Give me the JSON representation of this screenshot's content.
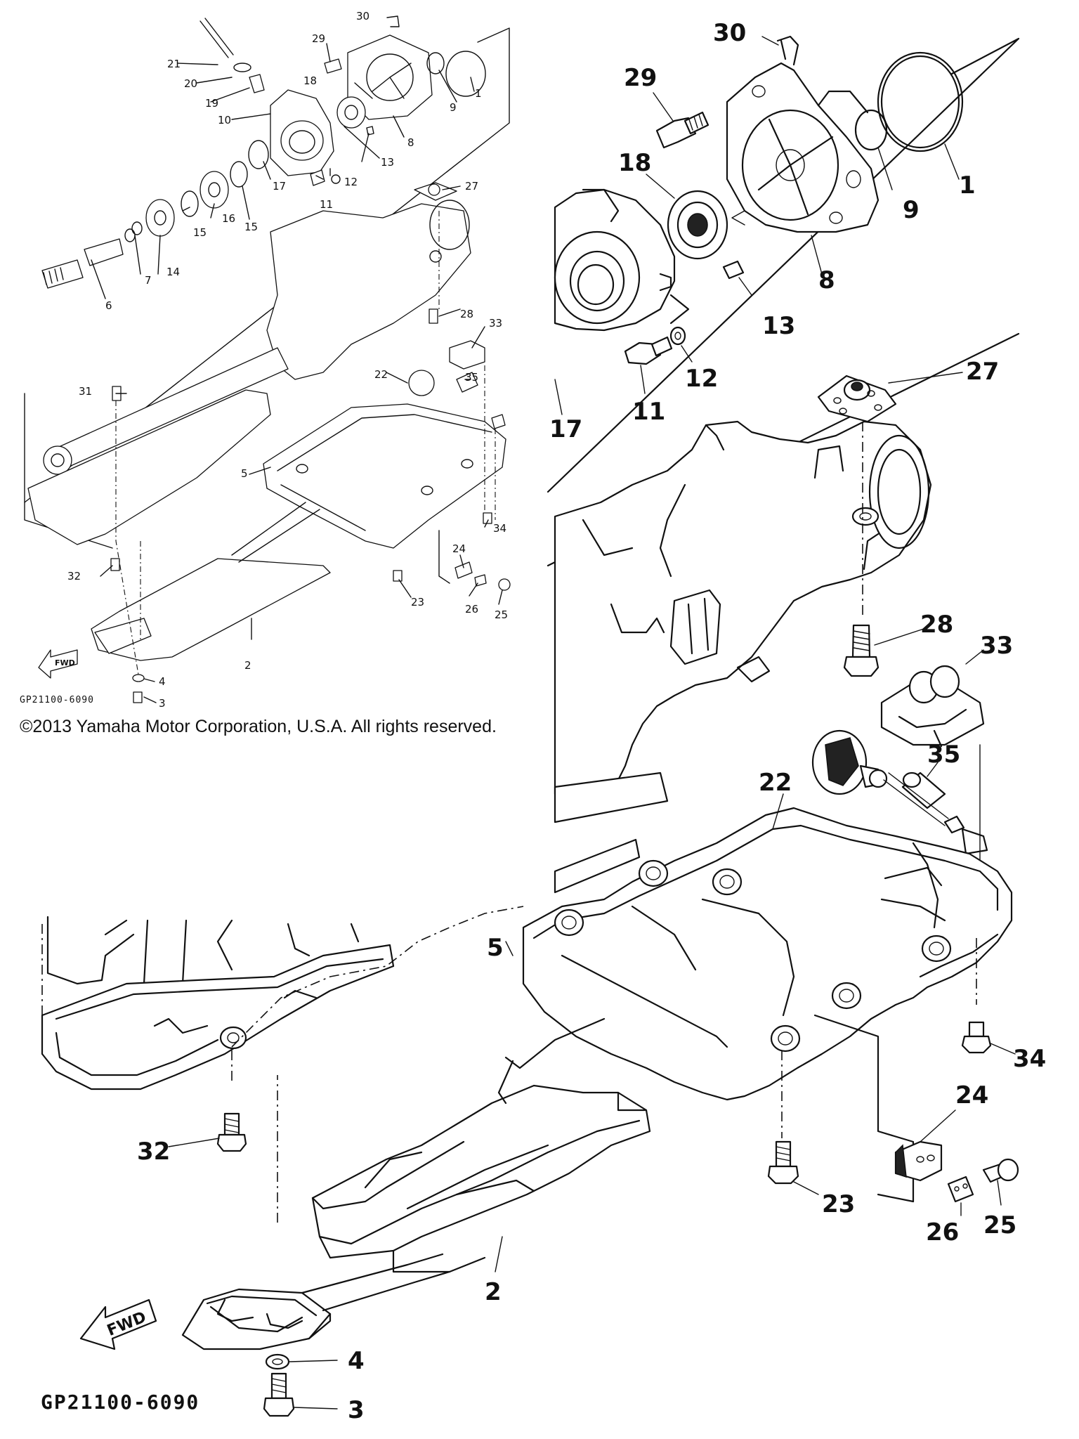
{
  "diagram": {
    "code": "GP21100-6090",
    "fwd": "FWD",
    "copyright": "©2013 Yamaha Motor Corporation, U.S.A. All rights reserved.",
    "parts": {
      "p1": "1",
      "p2": "2",
      "p3": "3",
      "p4": "4",
      "p5": "5",
      "p6": "6",
      "p7": "7",
      "p8": "8",
      "p9": "9",
      "p10": "10",
      "p11": "11",
      "p12": "12",
      "p13": "13",
      "p14": "14",
      "p15": "15",
      "p16": "16",
      "p17": "17",
      "p18": "18",
      "p19": "19",
      "p20": "20",
      "p21": "21",
      "p22": "22",
      "p23": "23",
      "p24": "24",
      "p25": "25",
      "p26": "26",
      "p27": "27",
      "p28": "28",
      "p29": "29",
      "p30": "30",
      "p31": "31",
      "p32": "32",
      "p33": "33",
      "p34": "34",
      "p35": "35"
    }
  }
}
